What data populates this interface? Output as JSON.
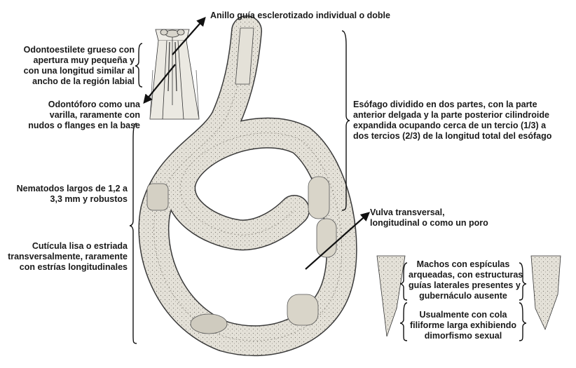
{
  "labels": {
    "anillo": "Anillo guía esclerotizado  individual o doble",
    "odontoestilete": [
      "Odontoestilete grueso con",
      "apertura muy pequeña y",
      "con una longitud similar al",
      "ancho de la región labial"
    ],
    "odontoforo": [
      "Odontóforo como una",
      "varilla, raramente con",
      "nudos o flanges en la base"
    ],
    "nematodos": [
      "Nematodos largos de 1,2 a",
      "3,3 mm y robustos"
    ],
    "cuticula": [
      "Cutícula lisa o estriada",
      "transversalmente, raramente",
      "con estrías longitudinales"
    ],
    "esofago": [
      "Esófago dividido en dos partes, con la parte",
      "anterior delgada y la parte posterior cilindroide",
      "expandida ocupando cerca de un tercio (1/3) a",
      "dos tercios (2/3) de la longitud total del esófago"
    ],
    "vulva": [
      "Vulva transversal,",
      "longitudinal o como un poro"
    ],
    "machos": [
      "Machos con espículas",
      "arqueadas, con estructuras",
      "guías laterales presentes y",
      "gubernáculo ausente"
    ],
    "cola": [
      "Usualmente con cola",
      "filiforme larga exhibiendo",
      "dimorfismo sexual"
    ]
  }
}
